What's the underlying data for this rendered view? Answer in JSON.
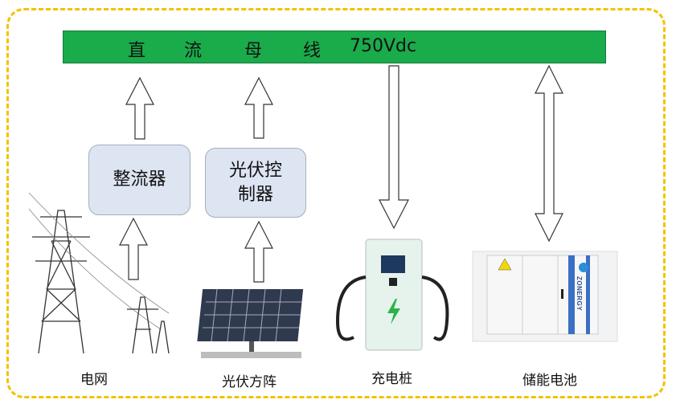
{
  "bus": {
    "chars": [
      "直",
      "流",
      "母",
      "线"
    ],
    "voltage": "750Vdc",
    "color": "#1aab4b"
  },
  "boxes": {
    "rectifier": "整流器",
    "pv_controller_line1": "光伏控",
    "pv_controller_line2": "制器"
  },
  "labels": {
    "grid": "电网",
    "pv_array": "光伏方阵",
    "charger": "充电桩",
    "storage": "储能电池"
  },
  "battery_brand": "ZONERGY",
  "frame_color": "#f2c300"
}
